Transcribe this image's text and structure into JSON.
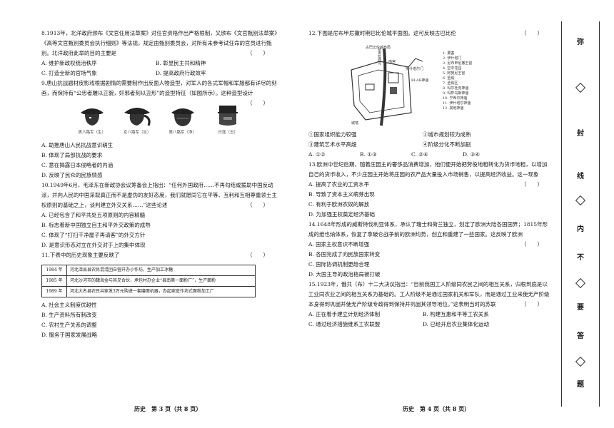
{
  "left": {
    "q8": {
      "text": "8.1913年，北洋政府颁布《文官任用法草案》对任官资格作出严格限制，又颁布《文官甄别法草案》《高等文官甄别委员会执行细则》等法规，规定由甄别委员会，对所有未参考试任命的官员进行甄别。北洋政府此举的目的主要是",
      "bracket": "（　　）",
      "options": [
        "A. 维护新政权统治秩序",
        "B. 彰显民主共和精神",
        "C. 打造全新的官场气象",
        "D. 提高政府行政效率"
      ]
    },
    "q9": {
      "text": "9.唐山抗战题材皮影戏根据剧情的需要制作出反面人物造型，对军人的各式军帽和军服都有详尽的刻画，而保持有“公忠者雕以正貌，奸邪者刻以丑形”的造型特征（如图所示）。这种造型设计",
      "bracket": "（　　）",
      "figures": [
        "男八路军（生）",
        "女八路军（旦）",
        "男八路军（净）",
        "日寇（丑）"
      ],
      "options": [
        "A. 助推唐山人民抗战意识萌生",
        "B. 体现了局部抗战的要求",
        "C. 意在揭露日本侵略者的内涵",
        "D. 反映了民众的民族情感"
      ]
    },
    "q10": {
      "text": "10.1949年6月，毛泽东在新政协会议筹备会上指出：“任何外国政府……不再勾结或援助中国反动派，并向人民的中国采取真正而不是虚伪的友好态度，我们就愿同它在平等、互利和互相尊重领土主权原则的基础之上，谈判建立外交关系……”这些论述",
      "bracket": "（　　）",
      "options": [
        "A. 已经包含了和平共处五项原则的内容精髓",
        "B. 标志着新中国独立自主和平外交政策的成熟",
        "C. 体现了“打扫干净屋子再请客”的外交方针",
        "D. 是意识形态对立在外交对于上的集中体现"
      ]
    },
    "q11": {
      "text": "11.下表中的历史现象主要反映了",
      "bracket": "（　　）",
      "table": [
        {
          "year": "1984 年",
          "event": "河北滦县县农民混混团自营开办小作坊，生产加工冰糖"
        },
        {
          "year": "1985 年",
          "event": "河北沙河市的魏海金与其兄合伙，承包村办企业“县南第一面粉厂”，生产面粉"
        },
        {
          "year": "1989 年",
          "event": "河北大名县农民共家发3万元购进一套磨面机器，办起家庭作坊式面粉加工厂"
        }
      ],
      "options": [
        "A. 社会主义制度优越性",
        "B. 生产资料所有制改变",
        "C. 农村生产关系的调整",
        "D. 服务于国家发展战略"
      ]
    },
    "footer": "历史　第 3 页（共 8 页）"
  },
  "right": {
    "q12": {
      "text": "12.下图是尼布甲尼撒时期巴比伦城平面图。这可反映古巴比伦",
      "bracket": "（　　）",
      "map_title": "古巴比伦城布局",
      "map_labels": [
        "城墙",
        "伊什塔尔门",
        "幼发拉底河",
        "南宫",
        "BLAK神庙"
      ],
      "legend": [
        "1. 要塞",
        "2. 伊什塔门",
        "3. 尼布甲尼撒王宫",
        "4. 空中花园",
        "5. 阿努尼王宫",
        "6. 圣殿",
        "7. 圣殿区",
        "8. 玛尔杜克神庙",
        "9. 玛萨乌斯神庙",
        "10. 宁希尔神庙",
        "11. 伊什塔尔神庙",
        "12. 其他神庙"
      ],
      "statements": [
        "①国家组织能力较强",
        "②城市规划较为成熟",
        "③建筑艺术水平高超",
        "④阶级分化不断加剧"
      ],
      "options": [
        "A. ①②",
        "B. ①③",
        "C. ②④",
        "D. ③④"
      ]
    },
    "q13": {
      "text": "13.欧洲中世纪后期，随着庄园主的奢侈品消费增加，他们便开始把劳役地租转化为货币地租，以增加自己的货币收入，不少庄园主开始将庄园的农产品大量投入市场销售，以提高经济收益。这一现象",
      "bracket": "（　　）",
      "options": [
        "A. 提高了农业的工资水平",
        "B. 导致了资本主义萌芽出现",
        "C. 有利于欧洲农奴的解放",
        "D. 为加强王权奠定经济基础"
      ]
    },
    "q14": {
      "text": "14.1648年形成的威斯特伐利亚体系，承认了瑞士和荷兰独立，划定了欧洲大陆各国国界；1815年形成的维也纳体系，恢复了拿破仑战争前的欧洲均势，创立和重建了一些国家。这反映了欧洲",
      "bracket": "（　　）",
      "options": [
        "A. 国家主权意识不断增强",
        "B. 各国完成了向民族国家转变",
        "C. 国际协调机制更趋合理",
        "D. 大国主导的政治格局被打破"
      ]
    },
    "q15": {
      "text": "15.1923年，俄共（布）十二大决议指出：“目前我国工人阶级同农民之间的相互关系，归根到底是以工业同农业之间的相互关系为基础的。工人阶级不是通过国家机关和军队，而是通过工业来使无产阶级本身得到巩固并使无产阶级专政得到保持并巩固其领导地位。”这表明当时的苏联",
      "bracket": "（　　）",
      "options": [
        "A. 正在着手建立计划经济体制",
        "B. 构建互惠和平等工农关系",
        "C. 通过经济措施维系工农联盟",
        "D. 已经开启农业集体化运动"
      ]
    },
    "footer": "历史　第 4 页（共 8 页）"
  },
  "sidebar": [
    "弥",
    "封",
    "线",
    "内",
    "不",
    "要",
    "答",
    "题"
  ]
}
